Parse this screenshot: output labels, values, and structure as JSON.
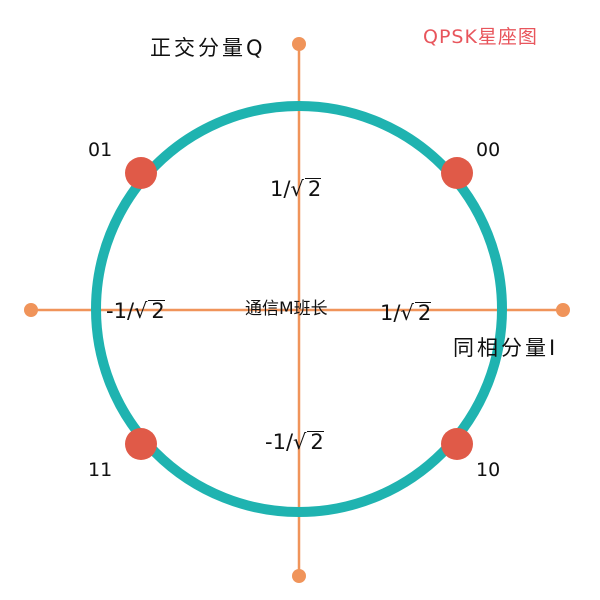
{
  "title": "QPSK星座图",
  "axes": {
    "q_label": "正交分量Q",
    "i_label": "同相分量I",
    "color": "#f0945a"
  },
  "circle": {
    "color": "#1fb3b0"
  },
  "ticks": {
    "q_pos": {
      "prefix": "1/",
      "radicand": "2"
    },
    "q_neg": {
      "prefix": "-1/",
      "radicand": "2"
    },
    "i_pos": {
      "prefix": "1/",
      "radicand": "2"
    },
    "i_neg": {
      "prefix": "-1/",
      "radicand": "2"
    }
  },
  "center_note": "通信M班长",
  "points": [
    {
      "code": "00",
      "quadrant": "I+Q+",
      "color": "#e05a48"
    },
    {
      "code": "01",
      "quadrant": "I-Q+",
      "color": "#e05a48"
    },
    {
      "code": "11",
      "quadrant": "I-Q-",
      "color": "#e05a48"
    },
    {
      "code": "10",
      "quadrant": "I+Q-",
      "color": "#e05a48"
    }
  ],
  "radical_sign": "√"
}
